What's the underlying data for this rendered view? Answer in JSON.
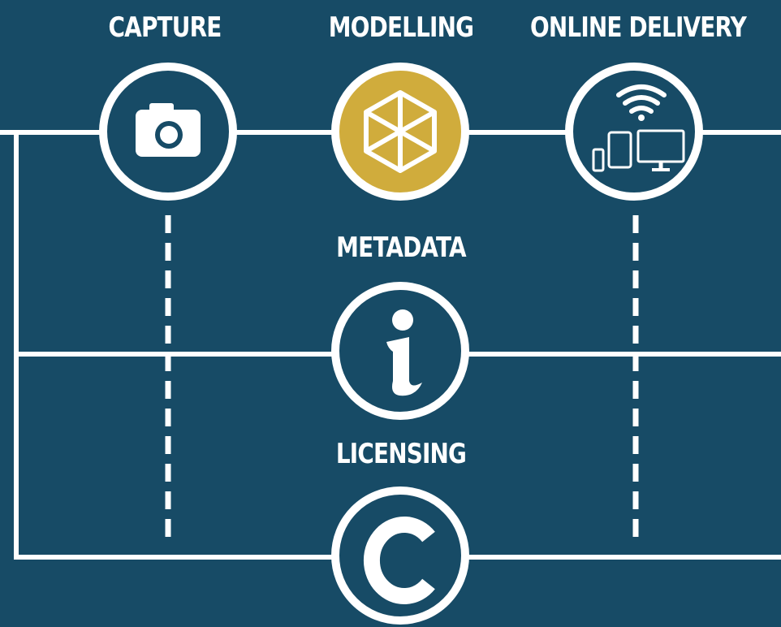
{
  "stages": {
    "capture": {
      "label": "CAPTURE",
      "icon": "camera-icon"
    },
    "modelling": {
      "label": "MODELLING",
      "icon": "hexagon-model-icon"
    },
    "online_delivery": {
      "label": "ONLINE DELIVERY",
      "icon": "wifi-devices-icon"
    },
    "metadata": {
      "label": "METADATA",
      "icon": "info-icon"
    },
    "licensing": {
      "label": "LICENSING",
      "icon": "copyright-icon"
    }
  },
  "colors": {
    "background": "#174b66",
    "line": "#ffffff",
    "accent": "#d0ac3c"
  }
}
